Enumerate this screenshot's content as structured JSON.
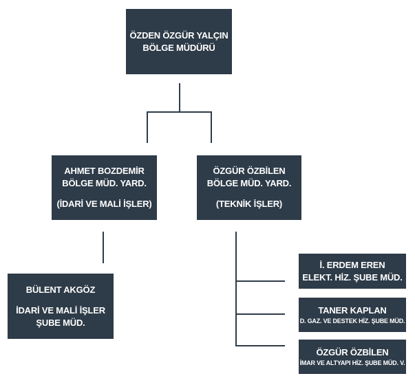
{
  "org_chart": {
    "head": {
      "name": "ÖZDEN  ÖZGÜR YALÇIN",
      "title": "BÖLGE MÜDÜRÜ"
    },
    "deputy_admin": {
      "name": "AHMET BOZDEMİR",
      "title": "BÖLGE MÜD. YARD.",
      "area": "(İDARİ VE MALİ İŞLER)"
    },
    "deputy_tech": {
      "name": "ÖZGÜR ÖZBİLEN",
      "title": "BÖLGE MÜD. YARD.",
      "area": "(TEKNİK İŞLER)"
    },
    "admin_branch": {
      "name": "BÜLENT AKGÖZ",
      "title_line1": "İDARİ VE MALİ İŞLER",
      "title_line2": "ŞUBE MÜD."
    },
    "tech_branches": [
      {
        "name": "İ. ERDEM EREN",
        "title": "ELEKT. HİZ. ŞUBE MÜD."
      },
      {
        "name": "TANER KAPLAN",
        "title": "D. GAZ. VE DESTEK HİZ. ŞUBE MÜD."
      },
      {
        "name": "ÖZGÜR ÖZBİLEN",
        "title": "İMAR VE ALTYAPI HİZ. ŞUBE MÜD. V."
      }
    ]
  },
  "colors": {
    "box_fill": "#2e3b48",
    "text": "#ffffff",
    "connector": "#2e3b48"
  }
}
